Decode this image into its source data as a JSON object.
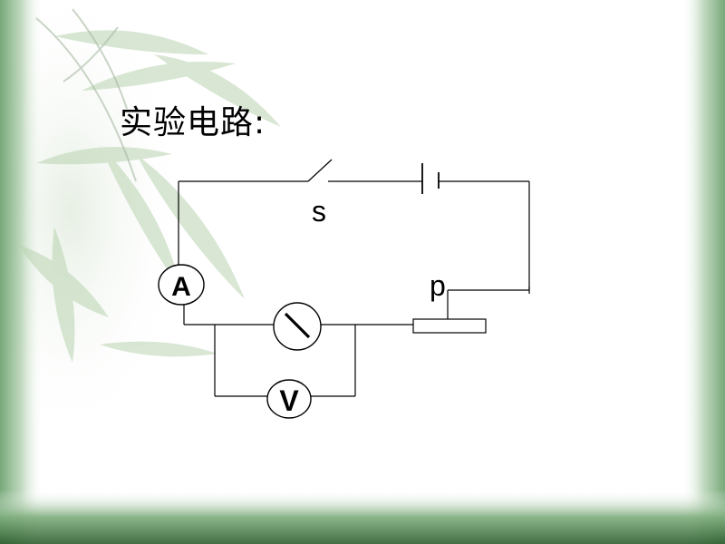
{
  "slide": {
    "title": "实验电路:"
  },
  "circuit": {
    "switch_label": "s",
    "slider_label": "p",
    "ammeter_label": "A",
    "voltmeter_label": "V"
  },
  "colors": {
    "wire": "#000000",
    "frame_green": "#3f7a3c",
    "bamboo_green": "#b9d3b0"
  }
}
